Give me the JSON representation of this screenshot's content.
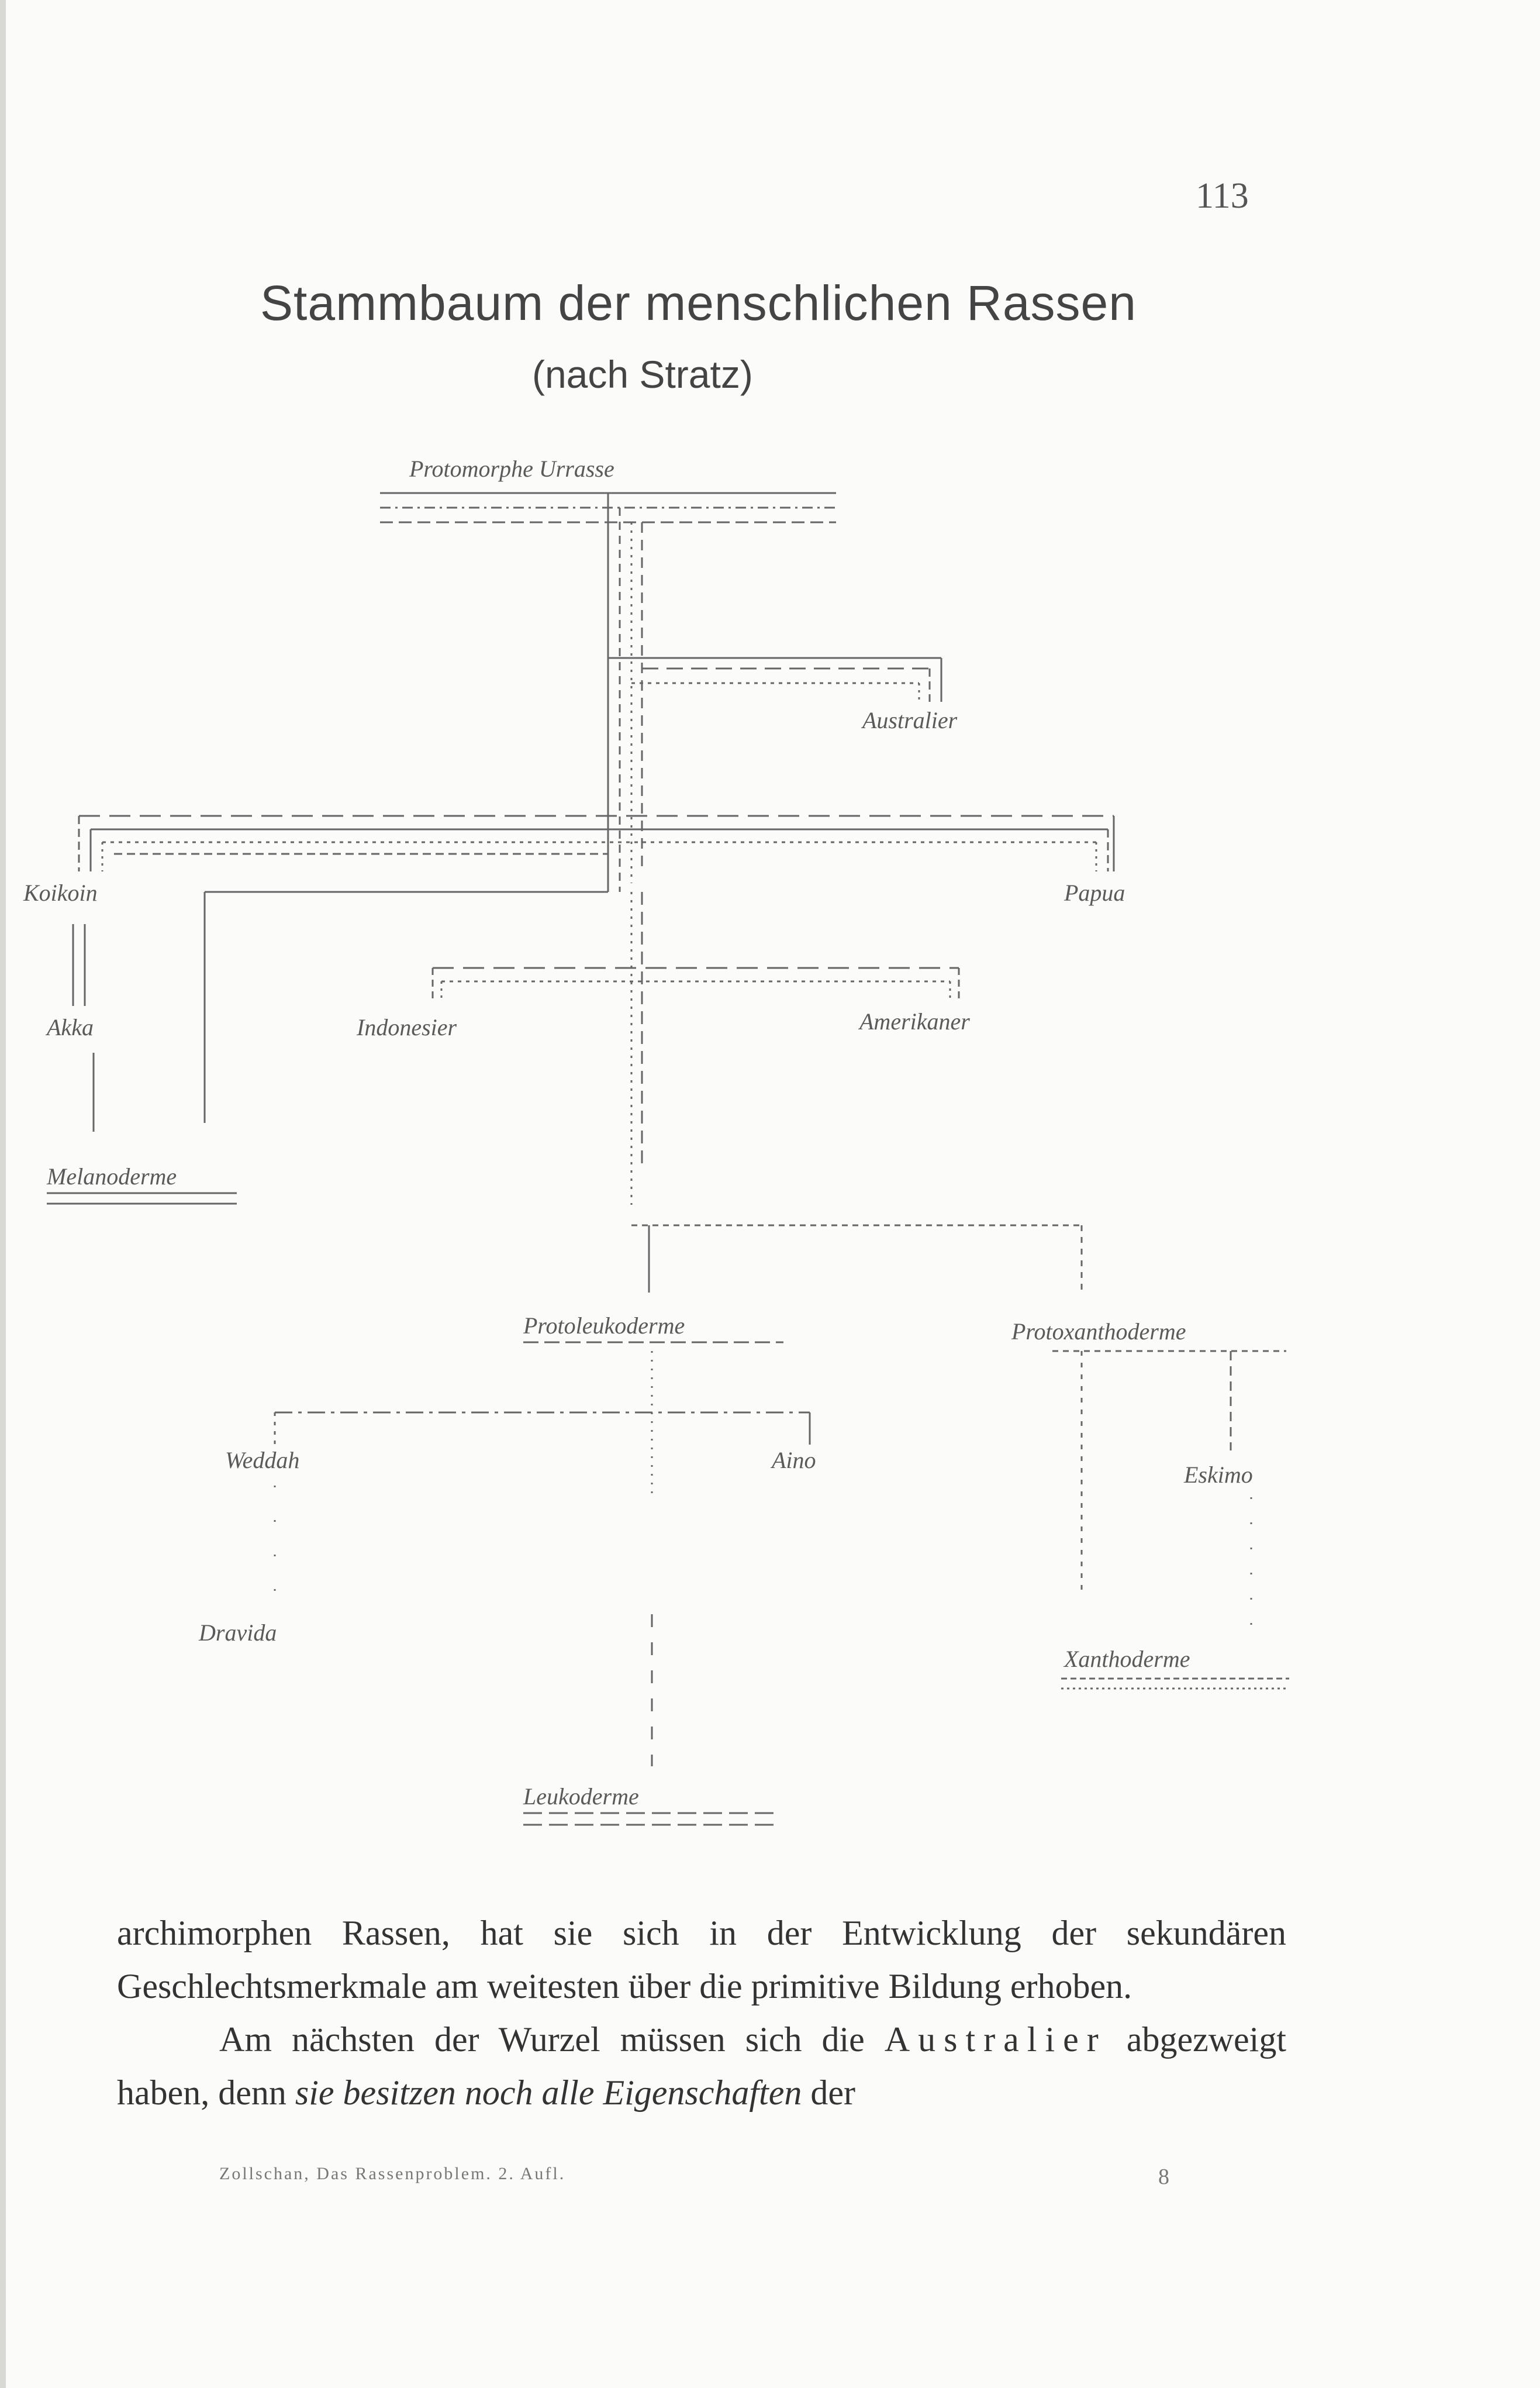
{
  "page_number": "113",
  "title": "Stammbaum der menschlichen Rassen",
  "subtitle": "(nach Stratz)",
  "tree": {
    "root": "Protomorphe Urrasse",
    "australier": "Australier",
    "koikoin": "Koikoin",
    "papua": "Papua",
    "akka": "Akka",
    "indonesier": "Indonesier",
    "amerikaner": "Amerikaner",
    "melanoderme": "Melanoderme",
    "protoleukoderme": "Protoleukoderme",
    "protoxanthoderme": "Protoxanthoderme",
    "weddah": "Weddah",
    "aino": "Aino",
    "eskimo": "Eskimo",
    "dravida": "Dravida",
    "xanthoderme": "Xanthoderme",
    "leukoderme": "Leukoderme"
  },
  "body": {
    "p1_start": "archimorphen Rassen, hat sie sich in der Entwicklung der sekundären Geschlechtsmerkmale am weitesten über die primitive Bildung erhoben.",
    "p2_start": "Am nächsten der Wurzel müssen sich die",
    "p2_spaced": "Australier",
    "p2_mid": "abgezweigt haben, denn",
    "p2_italic": "sie besitzen noch alle Eigenschaften",
    "p2_end": "der"
  },
  "footer": {
    "running_text": "Zollschan, Das Rassenproblem. 2. Aufl.",
    "signature_mark": "8"
  }
}
